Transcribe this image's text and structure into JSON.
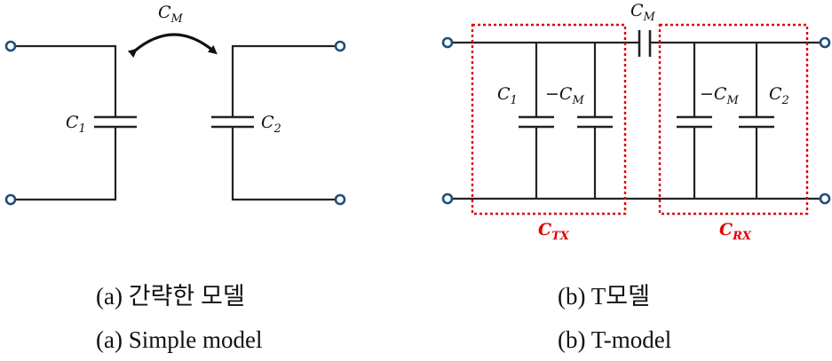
{
  "figure": {
    "left_panel": {
      "cm_label": {
        "main": "C",
        "sub": "M"
      },
      "c1_label": {
        "main": "C",
        "sub": "1"
      },
      "c2_label": {
        "main": "C",
        "sub": "2"
      }
    },
    "right_panel": {
      "cm_label": {
        "main": "C",
        "sub": "M"
      },
      "c1_label": {
        "main": "C",
        "sub": "1"
      },
      "neg_cm_left_label": {
        "main": "−C",
        "sub": "M"
      },
      "neg_cm_right_label": {
        "main": "−C",
        "sub": "M"
      },
      "c2_label": {
        "main": "C",
        "sub": "2"
      },
      "ctx_label": {
        "main": "C",
        "sub": "TX"
      },
      "crx_label": {
        "main": "C",
        "sub": "RX"
      }
    },
    "captions": {
      "a_korean": "(a)  간략한  모델",
      "a_english": "(a)  Simple  model",
      "b_korean": "(b)  T모델",
      "b_english": "(b)  T-model"
    },
    "colors": {
      "wire": "#222222",
      "terminal": "#1f4e79",
      "highlight_box": "#e00000"
    }
  }
}
